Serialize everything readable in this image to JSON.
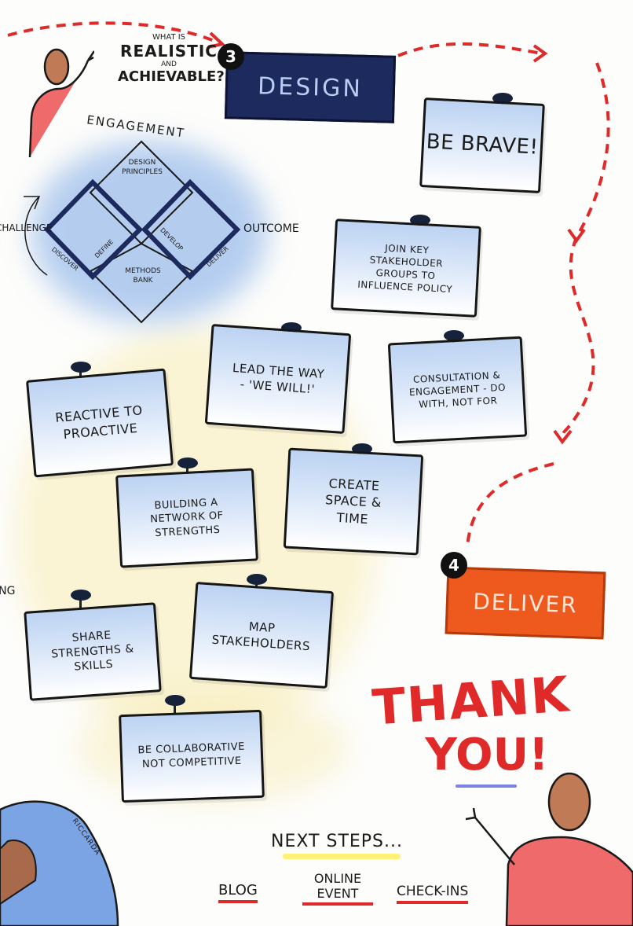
{
  "header": {
    "question_line1": "WHAT IS",
    "question_line2": "REALISTIC",
    "question_line3": "AND",
    "question_line4": "ACHIEVABLE?"
  },
  "stages": {
    "design": {
      "number": "3",
      "label": "DESIGN"
    },
    "deliver": {
      "number": "4",
      "label": "DELIVER"
    }
  },
  "diamond": {
    "title": "ENGAGEMENT",
    "left_label": "CHALLENGE",
    "right_label": "OUTCOME",
    "top_cell": "DESIGN PRINCIPLES",
    "bottom_cell": "METHODS BANK",
    "labels": [
      "DISCOVER",
      "DEFINE",
      "DEVELOP",
      "DELIVER"
    ]
  },
  "notes": {
    "be_brave": "BE BRAVE!",
    "join_key": "JOIN KEY STAKEHOLDER GROUPS TO INFLUENCE POLICY",
    "lead_the_way": "LEAD THE WAY - 'WE WILL!'",
    "consultation": "CONSULTATION & ENGAGEMENT - DO WITH, NOT FOR",
    "reactive": "REACTIVE TO PROACTIVE",
    "building_network": "BUILDING A NETWORK OF STRENGTHS",
    "create_space": "CREATE SPACE & TIME",
    "share_strengths": "SHARE STRENGTHS & SKILLS",
    "map_stakeholders": "MAP STAKEHOLDERS",
    "be_collaborative": "BE COLLABORATIVE NOT COMPETITIVE"
  },
  "edge_text": "ING",
  "thank_you": {
    "line1": "THANK",
    "line2": "YOU!"
  },
  "next_steps": {
    "title": "NEXT STEPS...",
    "items": [
      "BLOG",
      "ONLINE EVENT",
      "CHECK-INS"
    ]
  },
  "signature": "RICCARDA",
  "colors": {
    "navy": "#1c2a5e",
    "orange": "#ee5a1e",
    "red": "#e02a2a",
    "note_blue": "#bcd3f2",
    "wash_yellow": "#f7ecb5"
  }
}
